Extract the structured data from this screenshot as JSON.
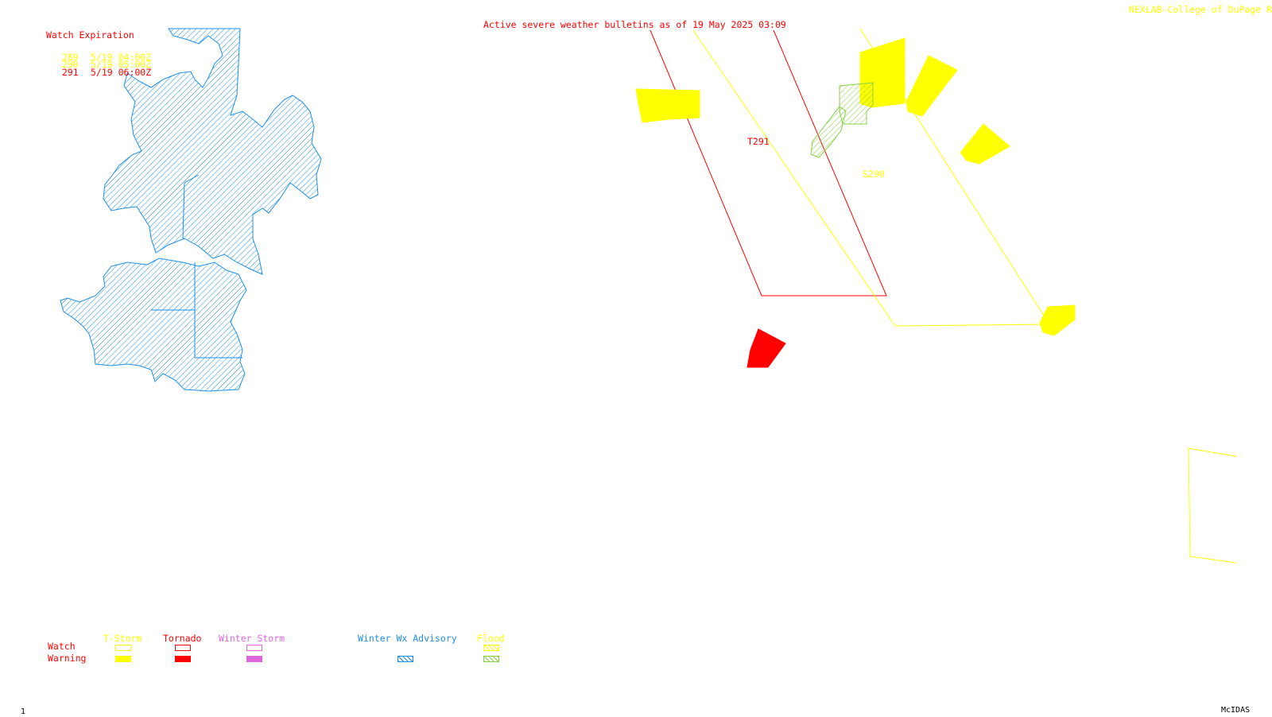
{
  "header": {
    "title": "Active severe weather bulletins as of 19 May 2025 03:09",
    "credit": "NEXLAB-College of DuPage R"
  },
  "watch_expiration": {
    "heading": "Watch Expiration",
    "rows": [
      {
        "id": "289",
        "time": "5/19 04:00Z",
        "color": "#ffff00"
      },
      {
        "id": "290",
        "time": "5/19 05:00Z",
        "color": "#ffff00"
      },
      {
        "id": "291",
        "time": "5/19 06:00Z",
        "color": "#ff0000"
      }
    ]
  },
  "map_labels": {
    "tornado_watch": "T291",
    "storm_watch": "S290"
  },
  "legend": {
    "row_watch": "Watch",
    "row_warning": "Warning",
    "columns": [
      {
        "label": "T-Storm",
        "color": "#ffff00"
      },
      {
        "label": "Tornado",
        "color": "#ff0000"
      },
      {
        "label": "Winter Storm",
        "color": "#dd66dd"
      },
      {
        "label": "Winter Wx Advisory",
        "color": "#1e8fe8"
      },
      {
        "label": "Flood",
        "color": "#88d044"
      }
    ]
  },
  "footer": {
    "frame_number": "1",
    "software": "McIDAS"
  }
}
